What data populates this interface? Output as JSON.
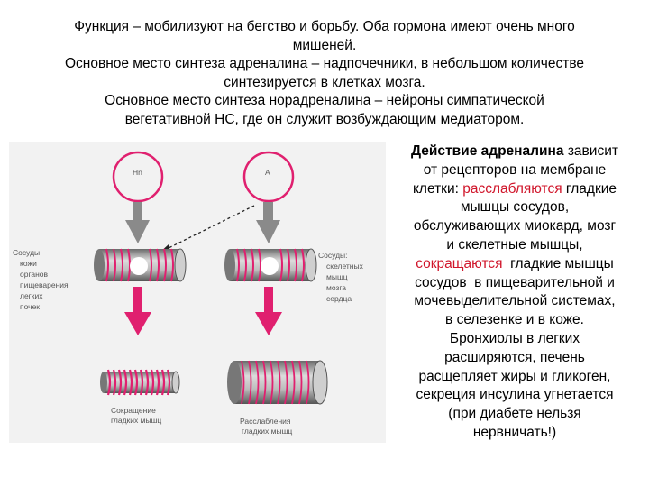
{
  "intro_lines": [
    "Функция – мобилизуют на бегство и борьбу. Оба гормона имеют очень много",
    "мишеней.",
    "Основное место синтеза адреналина – надпочечники, в небольшом количестве",
    "синтезируется в клетках мозга.",
    "Основное место синтеза норадреналина – нейроны симпатической",
    "вегетативной НС, где он служит возбуждающим медиатором."
  ],
  "side": {
    "line1_bold": "Действие адреналина",
    "line1_rest": " зависит",
    "line2": "от рецепторов на мембране",
    "line3_pre": "клетки: ",
    "line3_red": "расслабляются",
    "line3_post": " гладкие",
    "line4": "мышцы сосудов,",
    "line5": "обслуживающих миокард, мозг",
    "line6": "и скелетные мышцы,",
    "line7_red": "сокращаются",
    "line7_post": "  гладкие мышцы",
    "line8": "сосудов  в пищеварительной и",
    "line9": "мочевыделительной системах,",
    "line10": "в селезенке и в коже.",
    "line11": "Бронхиолы в легких",
    "line12": "расширяются, печень",
    "line13": "расщепляет жиры и гликоген,",
    "line14": "секреция инсулина угнетается",
    "line15": "(при диабете нельзя",
    "line16": "нервничать!)"
  },
  "figure": {
    "left_circle_label": "Нn",
    "right_circle_label": "A",
    "left_side_label": [
      "Сосуды",
      "кожи",
      "органов",
      "пищеварения",
      "легких",
      "почек"
    ],
    "right_side_label": [
      "Сосуды:",
      "скелетных",
      "мышц",
      "мозга",
      "сердца"
    ],
    "left_bottom_label": [
      "Сокращение",
      "гладких мышц"
    ],
    "right_bottom_label": [
      "Расслабления",
      "гладких мышц"
    ],
    "colors": {
      "magenta": "#e0206f",
      "arrow_gray": "#8a8a8a",
      "vessel_gray": "#9a9a9a"
    }
  }
}
